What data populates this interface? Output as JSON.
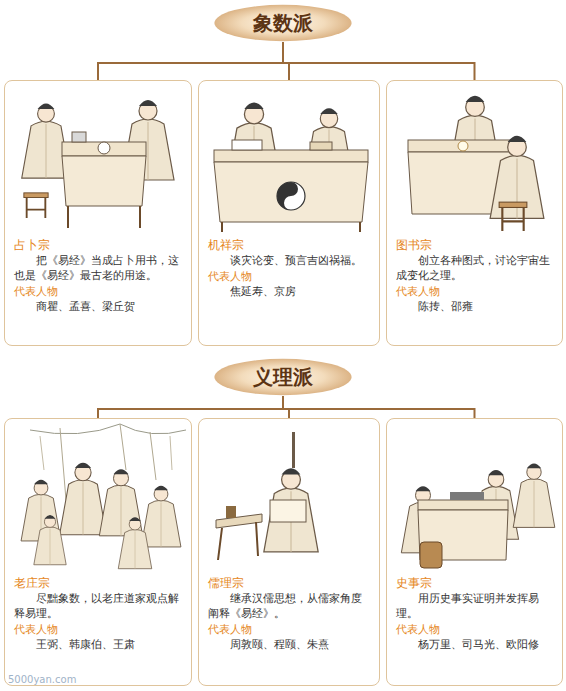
{
  "diagram": {
    "nodes": [
      {
        "text": [
          "象数派"
        ]
      },
      {
        "text": [
          "占卜宗",
          "把《易经》当成占卜用书，这也是《易经》最古老的用途。",
          "代表人物",
          "商瞿、孟喜、梁丘贺"
        ]
      },
      {
        "text": [
          "机祥宗",
          "谈灾论变、预言吉凶祸福。",
          "代表人物",
          "焦延寿、京房"
        ]
      },
      {
        "text": [
          "图书宗",
          "创立各种图式，讨论宇宙生成变化之理。",
          "代表人物",
          "陈抟、邵雍"
        ]
      },
      {
        "text": [
          "义理派"
        ]
      },
      {
        "text": [
          "老庄宗",
          "尽黜象数，以老庄道家观点解释易理。",
          "代表人物",
          "王弼、韩康伯、王肃"
        ]
      },
      {
        "text": [
          "儒理宗",
          "继承汉儒思想，从儒家角度阐释《易经》。",
          "代表人物",
          "周敦颐、程颐、朱熹"
        ]
      },
      {
        "text": [
          "史事宗",
          "用历史事实证明并发挥易理。",
          "代表人物",
          "杨万里、司马光、欧阳修"
        ]
      }
    ],
    "edges": [
      {
        "from": 0,
        "to": 1,
        "arrow": "none"
      },
      {
        "from": 0,
        "to": 2,
        "arrow": "none"
      },
      {
        "from": 0,
        "to": 3,
        "arrow": "none"
      },
      {
        "from": 4,
        "to": 5,
        "arrow": "none"
      },
      {
        "from": 4,
        "to": 6,
        "arrow": "none"
      },
      {
        "from": 4,
        "to": 7,
        "arrow": "none"
      }
    ],
    "labels": [
      "5000yan.com"
    ]
  }
}
